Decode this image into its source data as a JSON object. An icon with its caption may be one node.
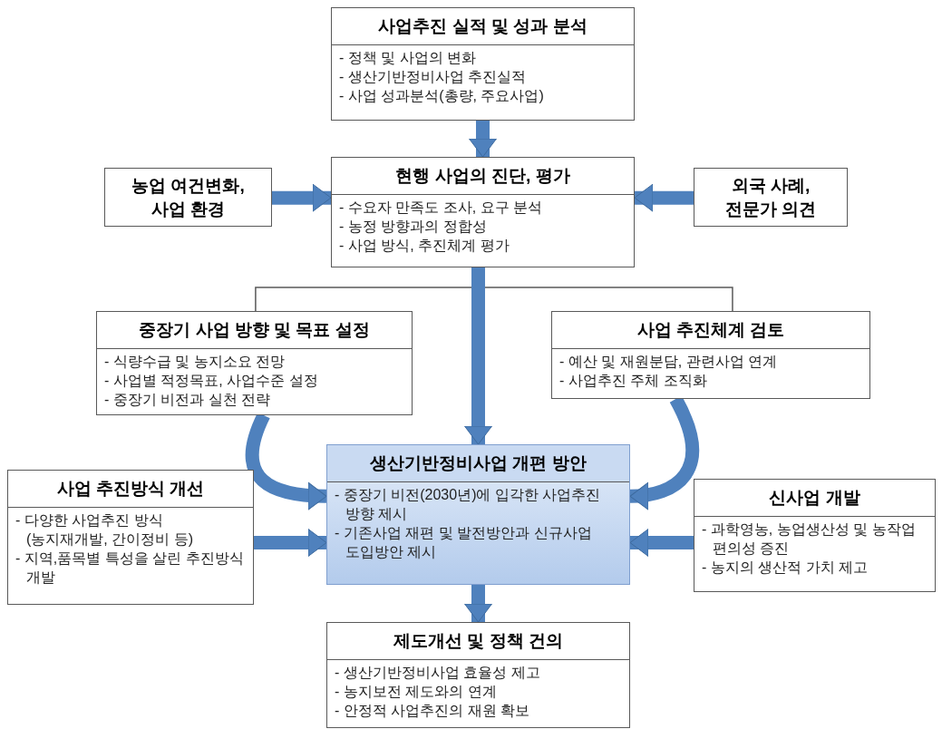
{
  "diagram": {
    "nodes": [
      {
        "text": [
          "사업추진 실적 및 성과 분석",
          "- 정책 및 사업의 변화",
          "- 생산기반정비사업 추진실적",
          "- 사업 성과분석(총량, 주요사업)"
        ]
      },
      {
        "text": [
          "현행 사업의 진단, 평가",
          "- 수요자 만족도 조사, 요구 분석",
          "- 농정 방향과의 정합성",
          "- 사업 방식, 추진체계 평가"
        ]
      },
      {
        "text": [
          "농업 여건변화, 사업 환경"
        ]
      },
      {
        "text": [
          "외국 사례, 전문가 의견"
        ]
      },
      {
        "text": [
          "중장기 사업 방향 및 목표 설정",
          "- 식량수급 및 농지소요 전망",
          "- 사업별 적정목표, 사업수준 설정",
          "- 중장기 비전과 실천 전략"
        ]
      },
      {
        "text": [
          "사업 추진체계 검토",
          "- 예산 및 재원분담, 관련사업 연계",
          "- 사업추진 주체 조직화"
        ]
      },
      {
        "text": [
          "생산기반정비사업 개편 방안",
          "- 중장기 비전(2030년)에 입각한 사업추진 방향 제시",
          "- 기존사업 재편 및 발전방안과 신규사업 도입방안 제시"
        ]
      },
      {
        "text": [
          "사업 추진방식 개선",
          "- 다양한 사업추진 방식 (농지재개발, 간이정비 등)",
          "- 지역,품목별 특성을 살린 추진방식 개발"
        ]
      },
      {
        "text": [
          "신사업 개발",
          "- 과학영농, 농업생산성 및 농작업 편의성 증진",
          "- 농지의 생산적 가치 제고"
        ]
      },
      {
        "text": [
          "제도개선 및 정책 건의",
          "- 생산기반정비사업 효율성 제고",
          "- 농지보전 제도와의 연계",
          "- 안정적 사업추진의 재원 확보"
        ]
      }
    ],
    "edges": [
      {
        "from": 0,
        "to": 1,
        "arrow": "to"
      },
      {
        "from": 2,
        "to": 1,
        "arrow": "to"
      },
      {
        "from": 3,
        "to": 1,
        "arrow": "to"
      },
      {
        "from": 1,
        "to": 4,
        "arrow": "none",
        "color": "#595959"
      },
      {
        "from": 1,
        "to": 5,
        "arrow": "none",
        "color": "#595959"
      },
      {
        "from": 1,
        "to": 6,
        "arrow": "to"
      },
      {
        "from": 4,
        "to": 6,
        "arrow": "to"
      },
      {
        "from": 5,
        "to": 6,
        "arrow": "to"
      },
      {
        "from": 7,
        "to": 6,
        "arrow": "to"
      },
      {
        "from": 8,
        "to": 6,
        "arrow": "to"
      },
      {
        "from": 6,
        "to": 9,
        "arrow": "to"
      }
    ]
  }
}
